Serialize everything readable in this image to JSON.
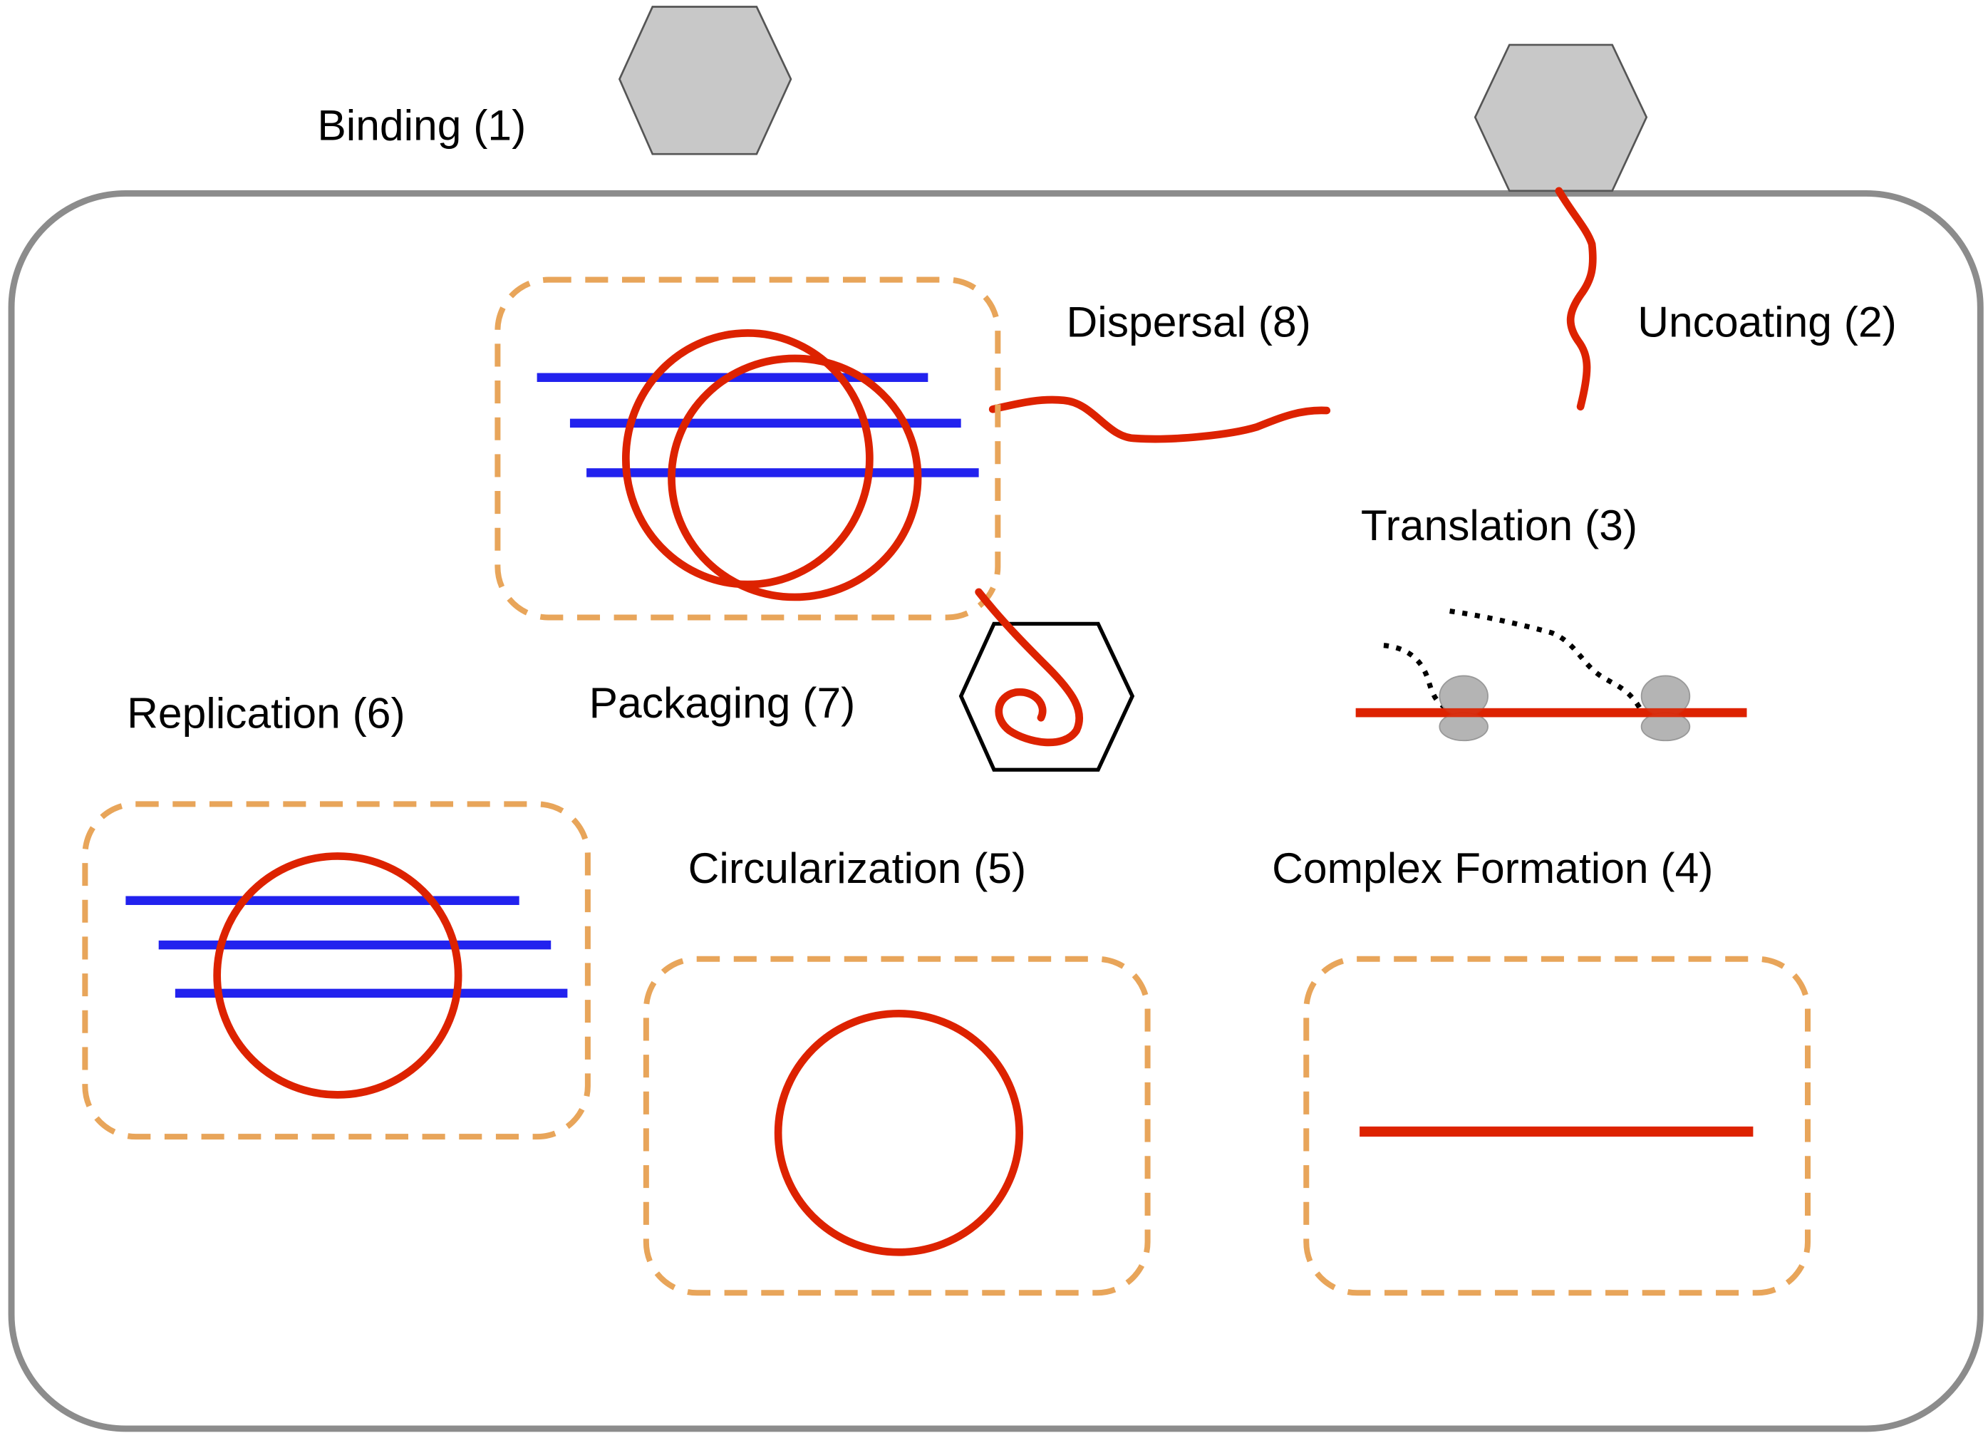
{
  "diagram": {
    "title": "Viral life cycle inside a host cell",
    "colors": {
      "membrane": "#8c8c8c",
      "capsid": "#c8c8c8",
      "rna": "#dd2200",
      "dna": "#2222ee",
      "compartment": "#e8a55a",
      "ribosome": "#b4b4b4"
    },
    "steps": [
      {
        "id": 1,
        "label": "Binding (1)"
      },
      {
        "id": 2,
        "label": "Uncoating (2)"
      },
      {
        "id": 3,
        "label": "Translation (3)"
      },
      {
        "id": 4,
        "label": "Complex Formation (4)"
      },
      {
        "id": 5,
        "label": "Circularization (5)"
      },
      {
        "id": 6,
        "label": "Replication (6)"
      },
      {
        "id": 7,
        "label": "Packaging (7)"
      },
      {
        "id": 8,
        "label": "Dispersal (8)"
      }
    ]
  }
}
